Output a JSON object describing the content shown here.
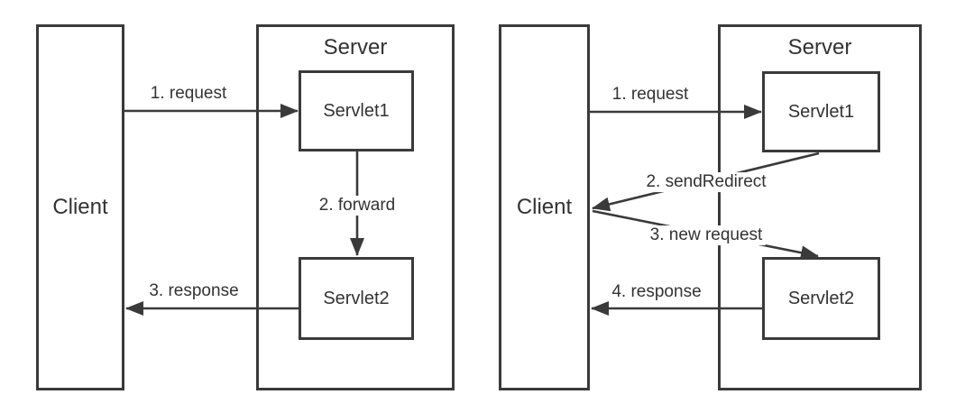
{
  "diagrams": [
    {
      "client_label": "Client",
      "server_label": "Server",
      "servlet1_label": "Servlet1",
      "servlet2_label": "Servlet2",
      "arrow_labels": {
        "request": "1. request",
        "forward": "2. forward",
        "response": "3. response"
      }
    },
    {
      "client_label": "Client",
      "server_label": "Server",
      "servlet1_label": "Servlet1",
      "servlet2_label": "Servlet2",
      "arrow_labels": {
        "request": "1. request",
        "send_redirect": "2. sendRedirect",
        "new_request": "3. new request",
        "response": "4. response"
      }
    }
  ],
  "colors": {
    "line": "#3a3a3a",
    "text": "#333333",
    "background": "#ffffff"
  }
}
